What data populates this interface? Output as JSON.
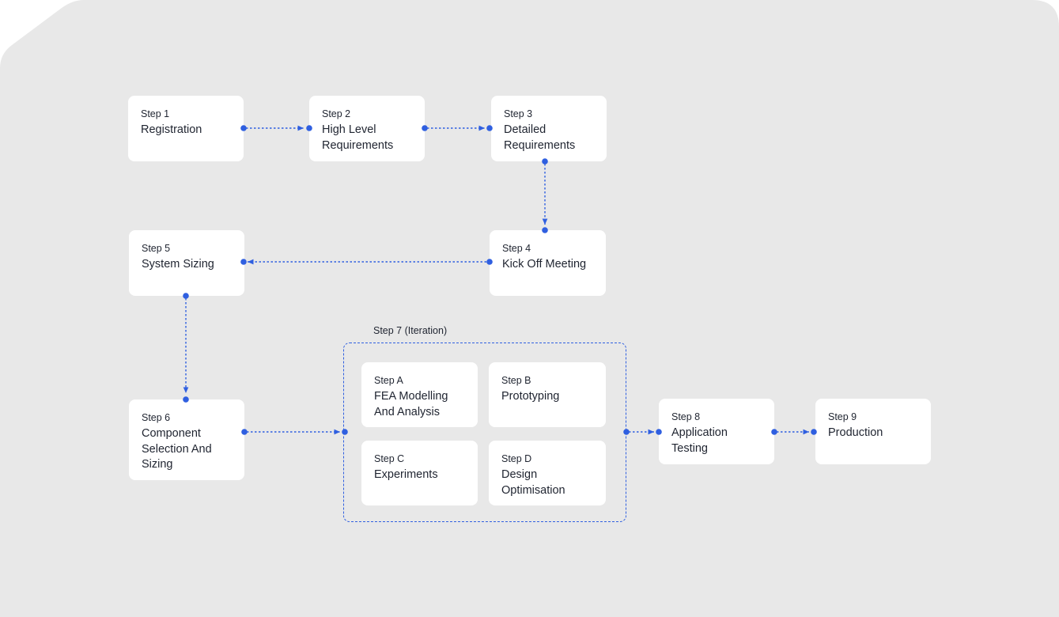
{
  "colors": {
    "background": "#e8e8e8",
    "card": "#ffffff",
    "accent": "#2f5fe0",
    "text": "#1f2430"
  },
  "steps": [
    {
      "id": "step-1",
      "step": "Step 1",
      "title": "Registration"
    },
    {
      "id": "step-2",
      "step": "Step 2",
      "title": "High Level Requirements"
    },
    {
      "id": "step-3",
      "step": "Step 3",
      "title": "Detailed Requirements"
    },
    {
      "id": "step-4",
      "step": "Step 4",
      "title": "Kick Off Meeting"
    },
    {
      "id": "step-5",
      "step": "Step 5",
      "title": "System Sizing"
    },
    {
      "id": "step-6",
      "step": "Step 6",
      "title": "Component Selection And Sizing"
    },
    {
      "id": "step-8",
      "step": "Step 8",
      "title": "Application Testing"
    },
    {
      "id": "step-9",
      "step": "Step 9",
      "title": "Production"
    }
  ],
  "iteration": {
    "label": "Step 7  (Iteration)",
    "substeps": [
      {
        "id": "step-a",
        "step": "Step A",
        "title": "FEA Modelling And Analysis"
      },
      {
        "id": "step-b",
        "step": "Step B",
        "title": "Prototyping"
      },
      {
        "id": "step-c",
        "step": "Step C",
        "title": "Experiments"
      },
      {
        "id": "step-d",
        "step": "Step D",
        "title": "Design Optimisation"
      }
    ]
  },
  "flow": [
    [
      "step-1",
      "step-2"
    ],
    [
      "step-2",
      "step-3"
    ],
    [
      "step-3",
      "step-4"
    ],
    [
      "step-4",
      "step-5"
    ],
    [
      "step-5",
      "step-6"
    ],
    [
      "step-6",
      "step-7"
    ],
    [
      "step-7",
      "step-8"
    ],
    [
      "step-8",
      "step-9"
    ]
  ]
}
